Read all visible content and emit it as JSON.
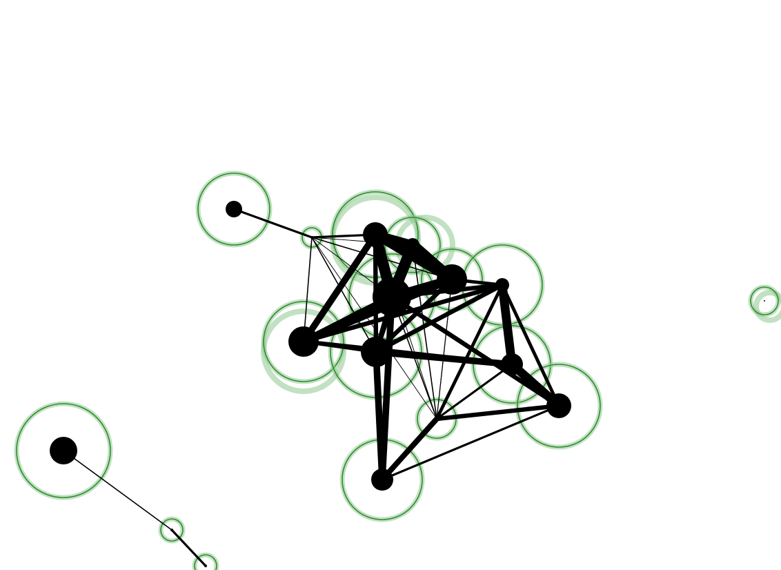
{
  "graph": {
    "type": "network",
    "colors": {
      "background": "#ffffff",
      "node_fill": "#000000",
      "edge": "#000000",
      "halo_stroke": "#2e8b2e",
      "halo_fill": "#8fc98f"
    },
    "nodes": [
      {
        "id": "n1"
      },
      {
        "id": "n2"
      },
      {
        "id": "n3"
      },
      {
        "id": "n4"
      },
      {
        "id": "n5"
      },
      {
        "id": "n6"
      },
      {
        "id": "n7"
      },
      {
        "id": "n8"
      },
      {
        "id": "n9"
      },
      {
        "id": "n10"
      },
      {
        "id": "n11"
      },
      {
        "id": "n12"
      },
      {
        "id": "n13"
      },
      {
        "id": "n14"
      },
      {
        "id": "n15"
      },
      {
        "id": "n16"
      },
      {
        "id": "n17"
      },
      {
        "id": "n18"
      }
    ],
    "edges": [
      {
        "source": "n1",
        "target": "n2",
        "weight": 1
      },
      {
        "source": "n2",
        "target": "n3",
        "weight": 1
      },
      {
        "source": "n2",
        "target": "n4",
        "weight": 0.3
      },
      {
        "source": "n2",
        "target": "n5",
        "weight": 0.3
      },
      {
        "source": "n2",
        "target": "n11",
        "weight": 0.3
      },
      {
        "source": "n2",
        "target": "n6",
        "weight": 0.5
      },
      {
        "source": "n3",
        "target": "n4",
        "weight": 4
      },
      {
        "source": "n3",
        "target": "n5",
        "weight": 5
      },
      {
        "source": "n3",
        "target": "n6",
        "weight": 4
      },
      {
        "source": "n3",
        "target": "n7",
        "weight": 3
      },
      {
        "source": "n3",
        "target": "n8",
        "weight": 2
      },
      {
        "source": "n4",
        "target": "n5",
        "weight": 5
      },
      {
        "source": "n4",
        "target": "n6",
        "weight": 5
      },
      {
        "source": "n4",
        "target": "n8",
        "weight": 2
      },
      {
        "source": "n4",
        "target": "n11",
        "weight": 0.5
      },
      {
        "source": "n5",
        "target": "n6",
        "weight": 4
      },
      {
        "source": "n5",
        "target": "n7",
        "weight": 3
      },
      {
        "source": "n5",
        "target": "n8",
        "weight": 2
      },
      {
        "source": "n5",
        "target": "n9",
        "weight": 2
      },
      {
        "source": "n5",
        "target": "n12",
        "weight": 2
      },
      {
        "source": "n5",
        "target": "n11",
        "weight": 0.5
      },
      {
        "source": "n6",
        "target": "n7",
        "weight": 3
      },
      {
        "source": "n6",
        "target": "n8",
        "weight": 2
      },
      {
        "source": "n6",
        "target": "n9",
        "weight": 1.5
      },
      {
        "source": "n6",
        "target": "n11",
        "weight": 0.3
      },
      {
        "source": "n7",
        "target": "n8",
        "weight": 1.5
      },
      {
        "source": "n7",
        "target": "n9",
        "weight": 2
      },
      {
        "source": "n7",
        "target": "n10",
        "weight": 2
      },
      {
        "source": "n8",
        "target": "n10",
        "weight": 3
      },
      {
        "source": "n8",
        "target": "n9",
        "weight": 2
      },
      {
        "source": "n9",
        "target": "n10",
        "weight": 4
      },
      {
        "source": "n9",
        "target": "n11",
        "weight": 1.5
      },
      {
        "source": "n10",
        "target": "n11",
        "weight": 1
      },
      {
        "source": "n12",
        "target": "n11",
        "weight": 2
      },
      {
        "source": "n12",
        "target": "n5",
        "weight": 2
      },
      {
        "source": "n14",
        "target": "n15",
        "weight": 0.5
      },
      {
        "source": "n15",
        "target": "n16",
        "weight": 1
      }
    ]
  }
}
